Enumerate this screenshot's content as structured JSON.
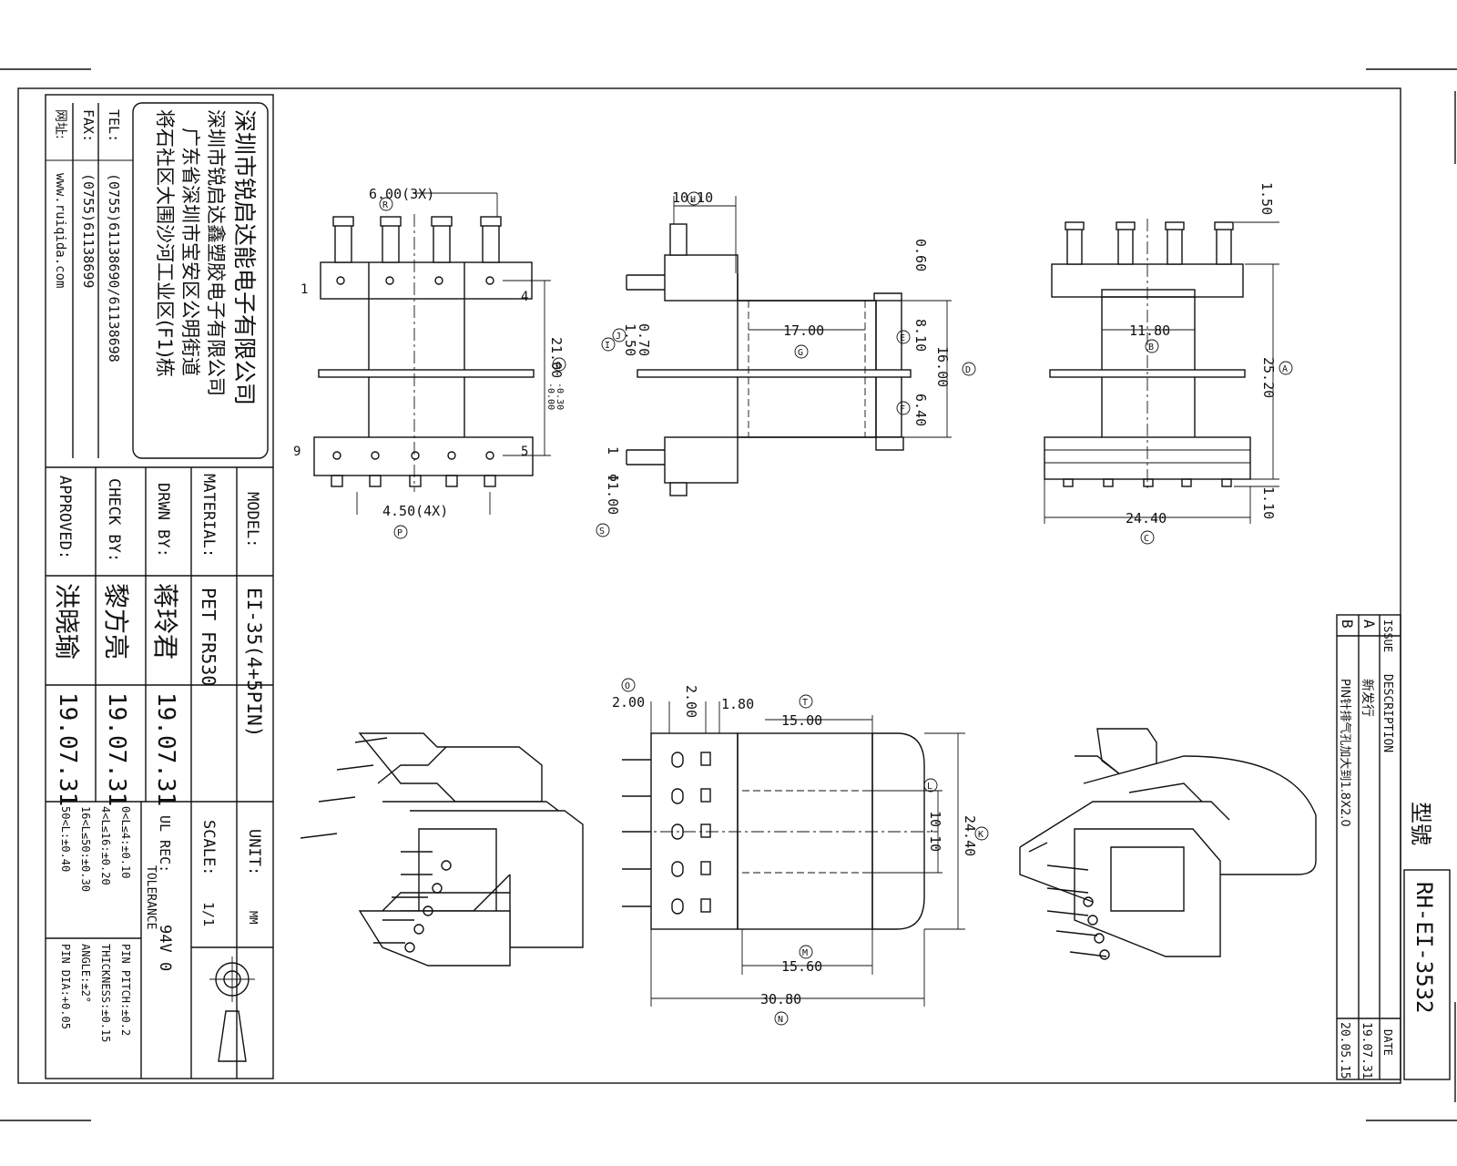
{
  "company": {
    "name": "深圳市锐启达能电子有限公司",
    "subsidiary": "深圳市锐启达鑫塑胶电子有限公司",
    "address_line1": "广东省深圳市宝安区公明街道",
    "address_line2": "将石社区大围沙河工业区(F1)栋",
    "tel_label": "TEL:",
    "tel": "(0755)61138690/61138698",
    "fax_label": "FAX:",
    "fax": "(0755)61138699",
    "web_label": "网址:",
    "web": "www.ruiqida.com"
  },
  "title_block": {
    "model_label": "MODEL:",
    "model": "EI-35(4+5PIN)",
    "material_label": "MATERIAL:",
    "material": "PET FR530",
    "drawn_label": "DRWN BY:",
    "drawn_name": "蒋玲君",
    "drawn_date": "19.07.31",
    "check_label": "CHECK BY:",
    "check_name": "黎方亮",
    "check_date": "19.07.31",
    "approved_label": "APPROVED:",
    "approved_name": "洪晓瑜",
    "approved_date": "19.07.31",
    "unit_label": "UNIT:",
    "unit": "MM",
    "scale_label": "SCALE:",
    "scale": "1/1",
    "ul_label": "UL REC:",
    "ul": "94V 0",
    "tolerance_label": "TOLERANCE",
    "tolerances": [
      "0<L≤4:±0.10",
      "4<L≤16:±0.20",
      "16<L≤50:±0.30",
      "50<L:±0.40"
    ],
    "tolerances2": [
      "PIN PITCH:±0.2",
      "THICKNESS:±0.15",
      "ANGLE:±2°",
      "PIN DIA:+0.05"
    ]
  },
  "revision": {
    "header_issue": "ISSUE",
    "header_desc": "DESCRIPTION",
    "header_date": "DATE",
    "rows": [
      {
        "issue": "A",
        "desc": "新发行",
        "date": "19.07.31"
      },
      {
        "issue": "B",
        "desc": "PIN针排气孔加大到1.8X2.0",
        "date": "20.05.15"
      }
    ]
  },
  "model_number_label": "型號",
  "model_number": "RH-EI-3532",
  "dimensions": {
    "R": "6.00(3X)",
    "P": "4.50(4X)",
    "Q": "21.00",
    "Q_tol_upper": "-0.00",
    "Q_tol_lower": "-0.30",
    "H": "10.10",
    "G": "17.00",
    "E": "8.10",
    "D": "16.00",
    "F": "6.40",
    "J": "0.70",
    "I": "1.50",
    "K": "0.60",
    "S": "Φ1.00",
    "one": "1",
    "A": "25.20",
    "B": "11.80",
    "C": "24.40",
    "top": "1.50",
    "bottom": "1.10",
    "O": "2.00",
    "O2": "2.00",
    "O3": "1.80",
    "T": "15.00",
    "L": "10.10",
    "K2": "24.40",
    "M": "15.60",
    "N": "30.80",
    "pin_start": "1",
    "pin_4": "4",
    "pin_5": "5",
    "pin_9": "9"
  },
  "letters": {
    "R": "R",
    "P": "P",
    "Q": "Q",
    "H": "H",
    "G": "G",
    "E": "E",
    "D": "D",
    "F": "F",
    "J": "J",
    "I": "I",
    "S": "S",
    "A": "A",
    "B": "B",
    "C": "C",
    "O": "O",
    "T": "T",
    "L": "L",
    "K": "K",
    "M": "M",
    "N": "N"
  }
}
